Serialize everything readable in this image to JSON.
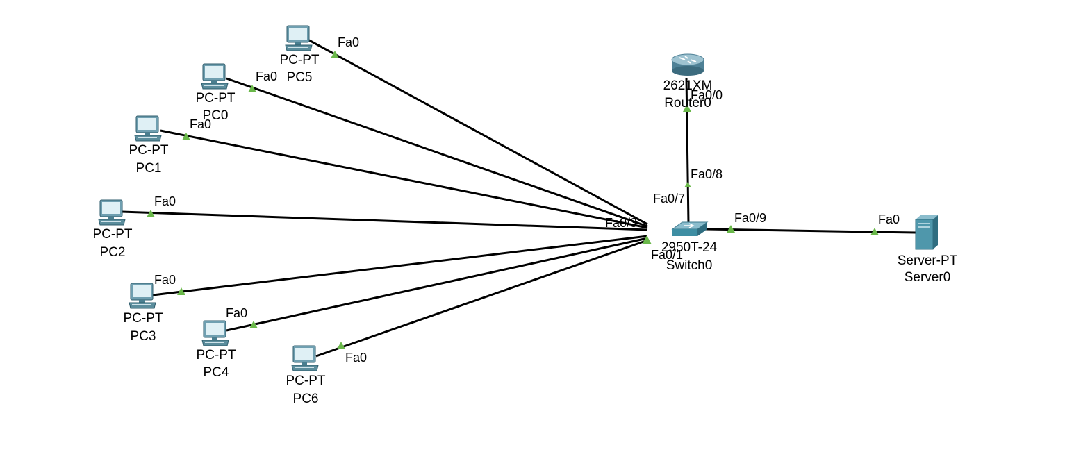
{
  "colors": {
    "link": "#000000",
    "port_indicator": "#6ab84a",
    "device_accent": "#3e8ea3"
  },
  "devices": {
    "pc5": {
      "model": "PC-PT",
      "name": "PC5",
      "icon": "pc-icon"
    },
    "pc0": {
      "model": "PC-PT",
      "name": "PC0",
      "icon": "pc-icon"
    },
    "pc1": {
      "model": "PC-PT",
      "name": "PC1",
      "icon": "pc-icon"
    },
    "pc2": {
      "model": "PC-PT",
      "name": "PC2",
      "icon": "pc-icon"
    },
    "pc3": {
      "model": "PC-PT",
      "name": "PC3",
      "icon": "pc-icon"
    },
    "pc4": {
      "model": "PC-PT",
      "name": "PC4",
      "icon": "pc-icon"
    },
    "pc6": {
      "model": "PC-PT",
      "name": "PC6",
      "icon": "pc-icon"
    },
    "router": {
      "model": "2621XM",
      "name": "Router0",
      "icon": "router-icon"
    },
    "switch": {
      "model": "2950T-24",
      "name": "Switch0",
      "icon": "switch-icon"
    },
    "server": {
      "model": "Server-PT",
      "name": "Server0",
      "icon": "server-icon"
    }
  },
  "ports": {
    "pc5": "Fa0",
    "pc0": "Fa0",
    "pc1": "Fa0",
    "pc2": "Fa0",
    "pc3": "Fa0",
    "pc4": "Fa0",
    "pc6": "Fa0",
    "server": "Fa0",
    "router": "Fa0/0",
    "switch_router": "Fa0/8",
    "switch_upper": "Fa0/7",
    "switch_pc2": "Fa0/3",
    "switch_lower": "Fa0/1",
    "switch_server": "Fa0/9"
  }
}
